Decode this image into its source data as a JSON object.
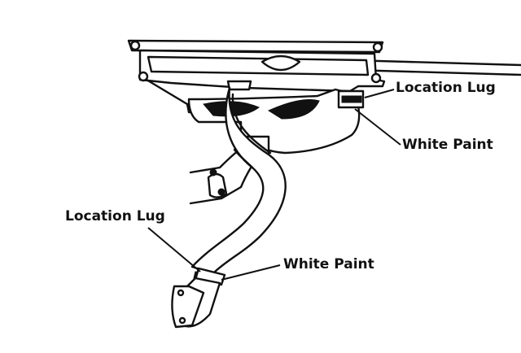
{
  "labels": {
    "location_lug_top": "Location Lug",
    "white_paint_top": "White Paint",
    "location_lug_left": "Location Lug",
    "white_paint_bottom": "White Paint"
  },
  "colors": {
    "ink": "#111111",
    "paper": "#ffffff"
  }
}
